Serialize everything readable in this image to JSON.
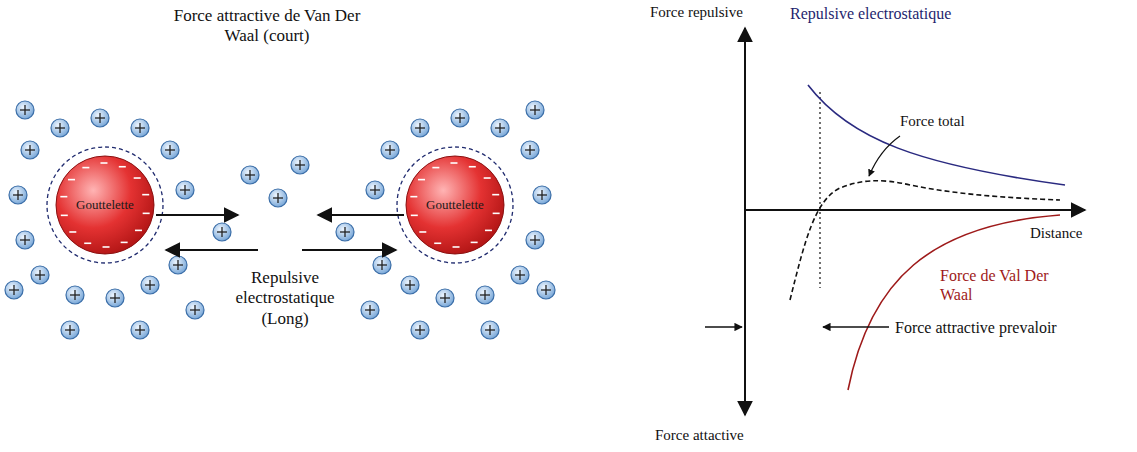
{
  "diagram": {
    "nodes": [
      {
        "text": [
          "Gouttelette"
        ]
      },
      {
        "text": [
          "Gouttelette"
        ]
      }
    ],
    "labels": [
      "Force attractive de Van Der Waal (court)",
      "Repulsive electrostatique (Long)",
      "Force repulsive",
      "Repulsive electrostatique",
      "Force total",
      "Distance",
      "Force de Val Der Waal",
      "Force attractive prevaloir",
      "Force attactive"
    ]
  }
}
